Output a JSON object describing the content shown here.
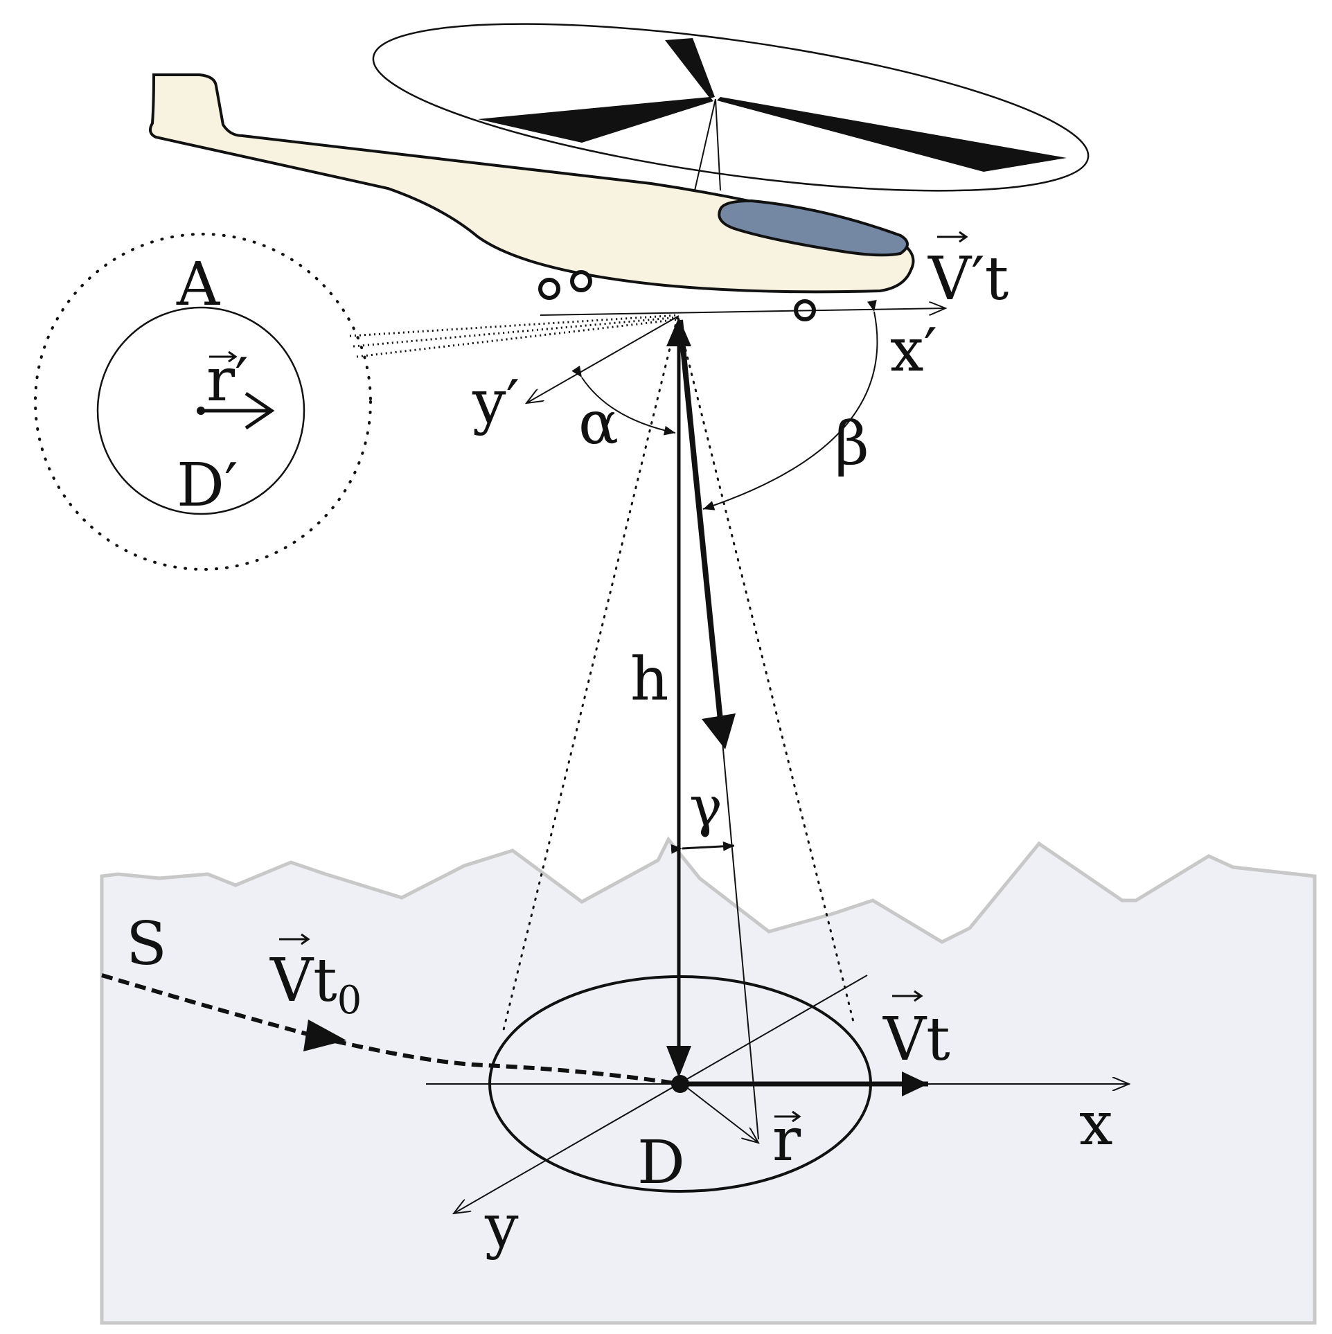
{
  "labels": {
    "A": "A",
    "r_prime": "r′",
    "D_prime": "D′",
    "V_prime_t": "V′t",
    "x_prime": "x′",
    "y_prime": "y′",
    "alpha": "α",
    "beta": "β",
    "h": "h",
    "gamma": "γ",
    "S": "S",
    "V_t0_main": "Vt",
    "V_t0_sub": "0",
    "V_t": "Vt",
    "x": "x",
    "y": "y",
    "r": "r",
    "D": "D"
  },
  "colors": {
    "ground_fill": "#eef0f5",
    "ground_stroke": "#c8c8c8",
    "fuselage_fill": "#f8f3e1",
    "canopy_fill": "#7487a3",
    "ink": "#111111"
  },
  "icons": {
    "vector_arrow": "overhead-arrow-glyph"
  }
}
